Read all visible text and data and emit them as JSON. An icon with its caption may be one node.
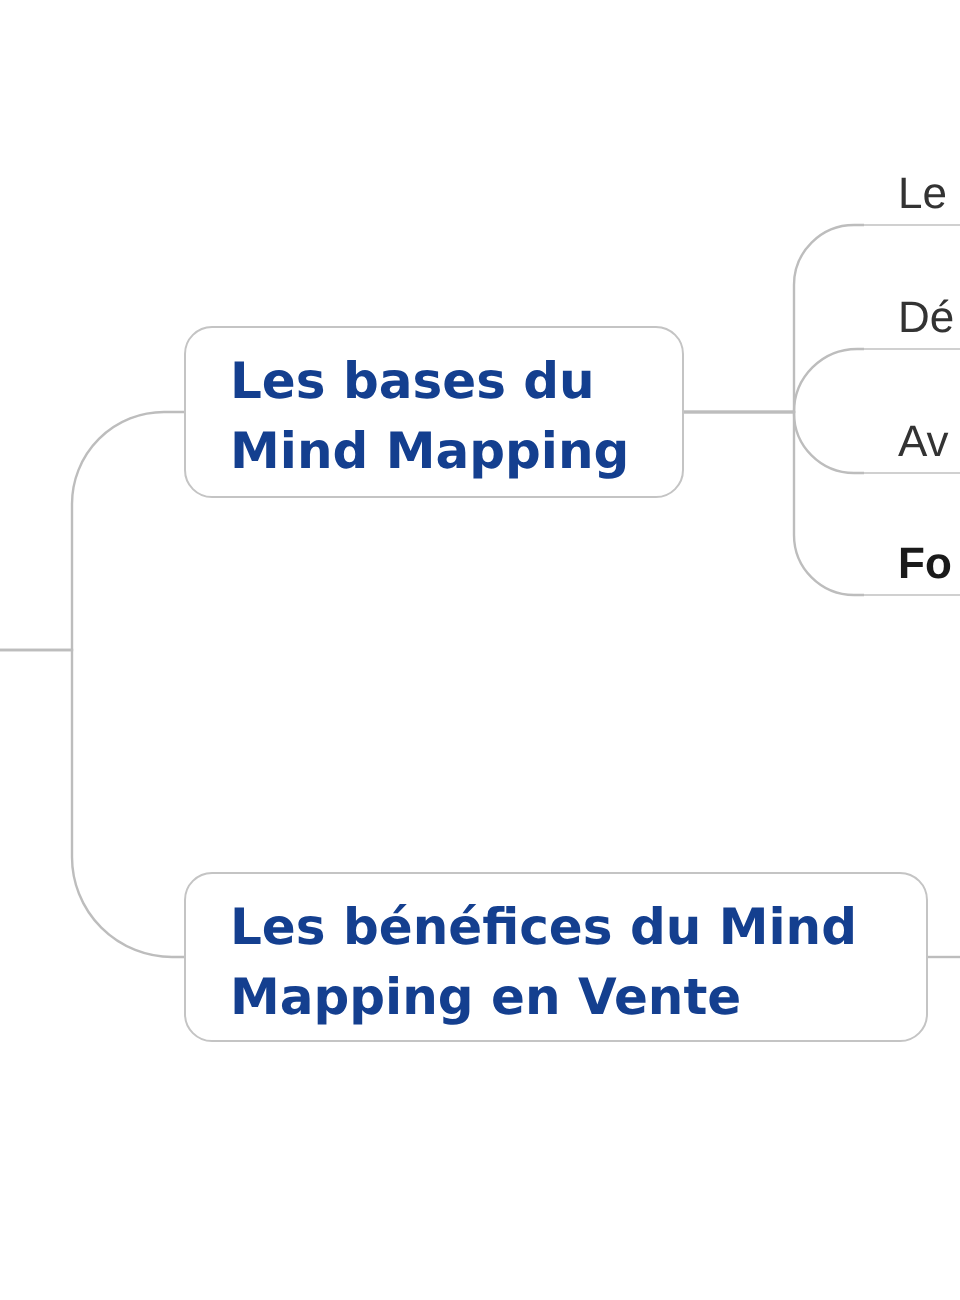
{
  "diagram": {
    "nodes": [
      {
        "text": [
          "Les bases du Mind Mapping"
        ]
      },
      {
        "text": [
          "Le"
        ]
      },
      {
        "text": [
          "Dé"
        ]
      },
      {
        "text": [
          "Av"
        ]
      },
      {
        "text": [
          "Fo"
        ]
      },
      {
        "text": [
          "Les bénéfices du Mind Mapping en Vente"
        ]
      }
    ],
    "edges": [
      {
        "from": null,
        "to": 0,
        "arrow": "none"
      },
      {
        "from": null,
        "to": 5,
        "arrow": "none"
      },
      {
        "from": 0,
        "to": 1,
        "arrow": "none"
      },
      {
        "from": 0,
        "to": 2,
        "arrow": "none"
      },
      {
        "from": 0,
        "to": 3,
        "arrow": "none"
      },
      {
        "from": 0,
        "to": 4,
        "arrow": "none"
      },
      {
        "from": 5,
        "to": null,
        "arrow": "none"
      }
    ]
  }
}
